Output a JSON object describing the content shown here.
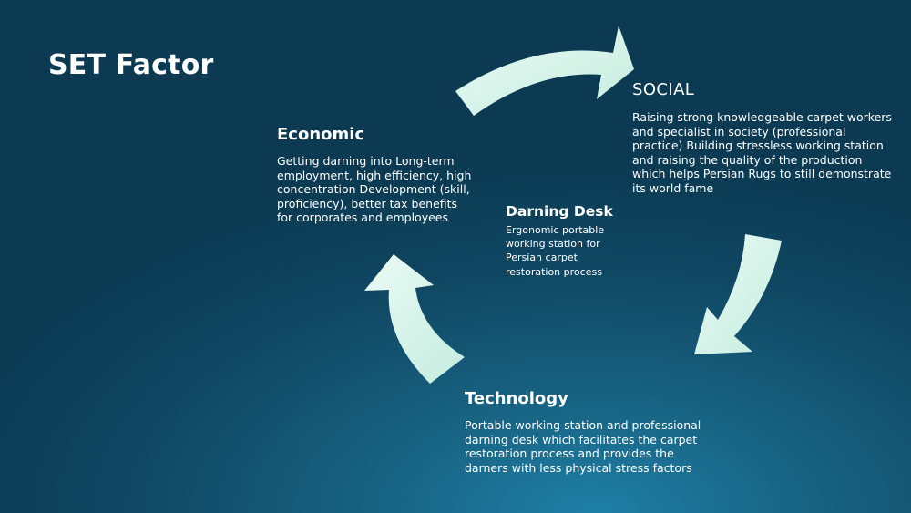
{
  "slide": {
    "title": "SET Factor"
  },
  "center": {
    "heading": "Darning Desk",
    "text": "Ergonomic portable working station for Persian carpet restoration process"
  },
  "social": {
    "heading": "SOCIAL",
    "text": "Raising strong knowledgeable carpet workers and specialist in society (professional practice) Building stressless working station and raising the quality of the production which helps Persian Rugs to still demonstrate its world fame"
  },
  "economic": {
    "heading": "Economic",
    "text": "Getting darning into Long-term employment, high efficiency, high concentration Development (skill, proficiency), better tax benefits for corporates and employees"
  },
  "technology": {
    "heading": "Technology",
    "text": "Portable working station and professional darning desk which facilitates the carpet restoration process and provides the darners with less physical stress factors"
  },
  "colors": {
    "arrow_fill": "#dff6ef",
    "text": "#ffffff",
    "background": "#0f4661"
  }
}
